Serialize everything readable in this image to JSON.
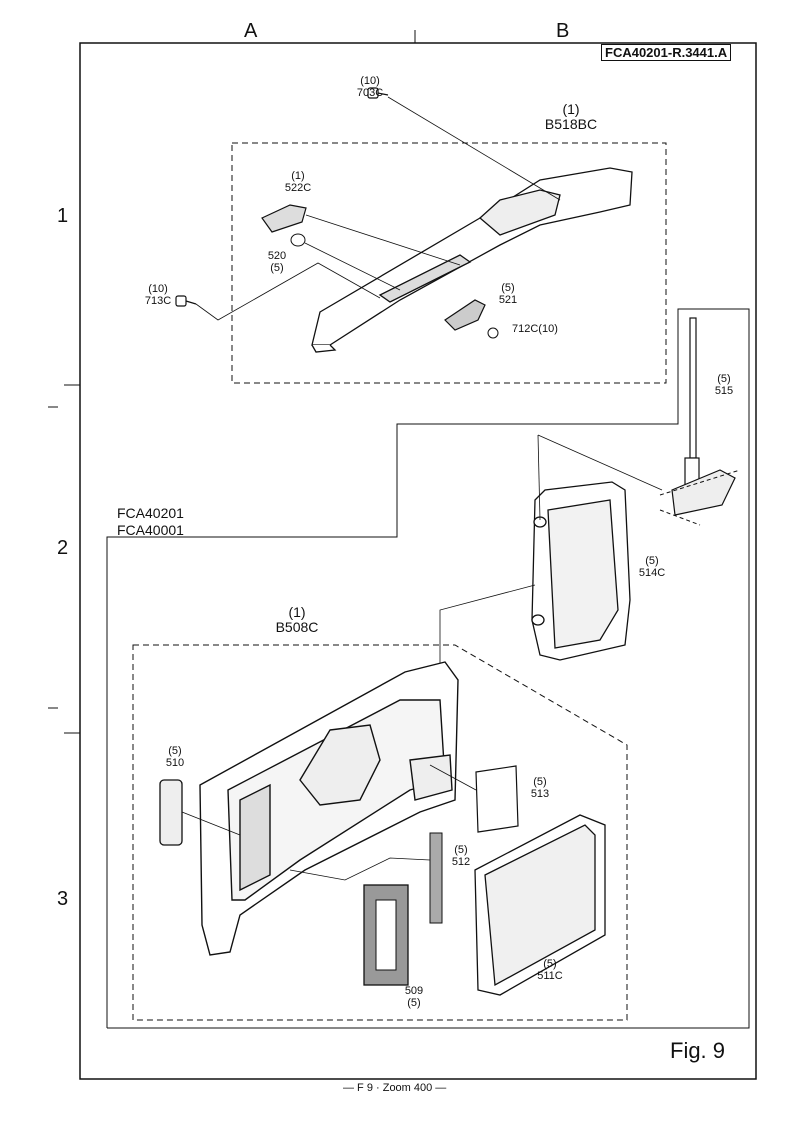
{
  "column_labels": [
    "A",
    "B"
  ],
  "row_labels": [
    "1",
    "2",
    "3"
  ],
  "document_id": "FCA40201-R.3441.A",
  "figure_label": "Fig.  9",
  "footer": "— F 9 · Zoom 400 —",
  "models": [
    "FCA40201",
    "FCA40001"
  ],
  "groups": {
    "b518bc": {
      "qty": "(1)",
      "code": "B518BC"
    },
    "b508c": {
      "qty": "(1)",
      "code": "B508C"
    }
  },
  "parts": {
    "p703c": {
      "qty": "(10)",
      "code": "703C"
    },
    "p522c": {
      "qty": "(1)",
      "code": "522C"
    },
    "p520": {
      "code": "520",
      "qty": "(5)"
    },
    "p713c": {
      "qty": "(10)",
      "code": "713C"
    },
    "p521": {
      "qty": "(5)",
      "code": "521"
    },
    "p712c": {
      "text": "712C(10)"
    },
    "p515": {
      "qty": "(5)",
      "code": "515"
    },
    "p514c": {
      "qty": "(5)",
      "code": "514C"
    },
    "p510": {
      "qty": "(5)",
      "code": "510"
    },
    "p513": {
      "qty": "(5)",
      "code": "513"
    },
    "p512": {
      "qty": "(5)",
      "code": "512"
    },
    "p509": {
      "code": "509",
      "qty": "(5)"
    },
    "p511c": {
      "qty": "(5)",
      "code": "511C"
    }
  }
}
